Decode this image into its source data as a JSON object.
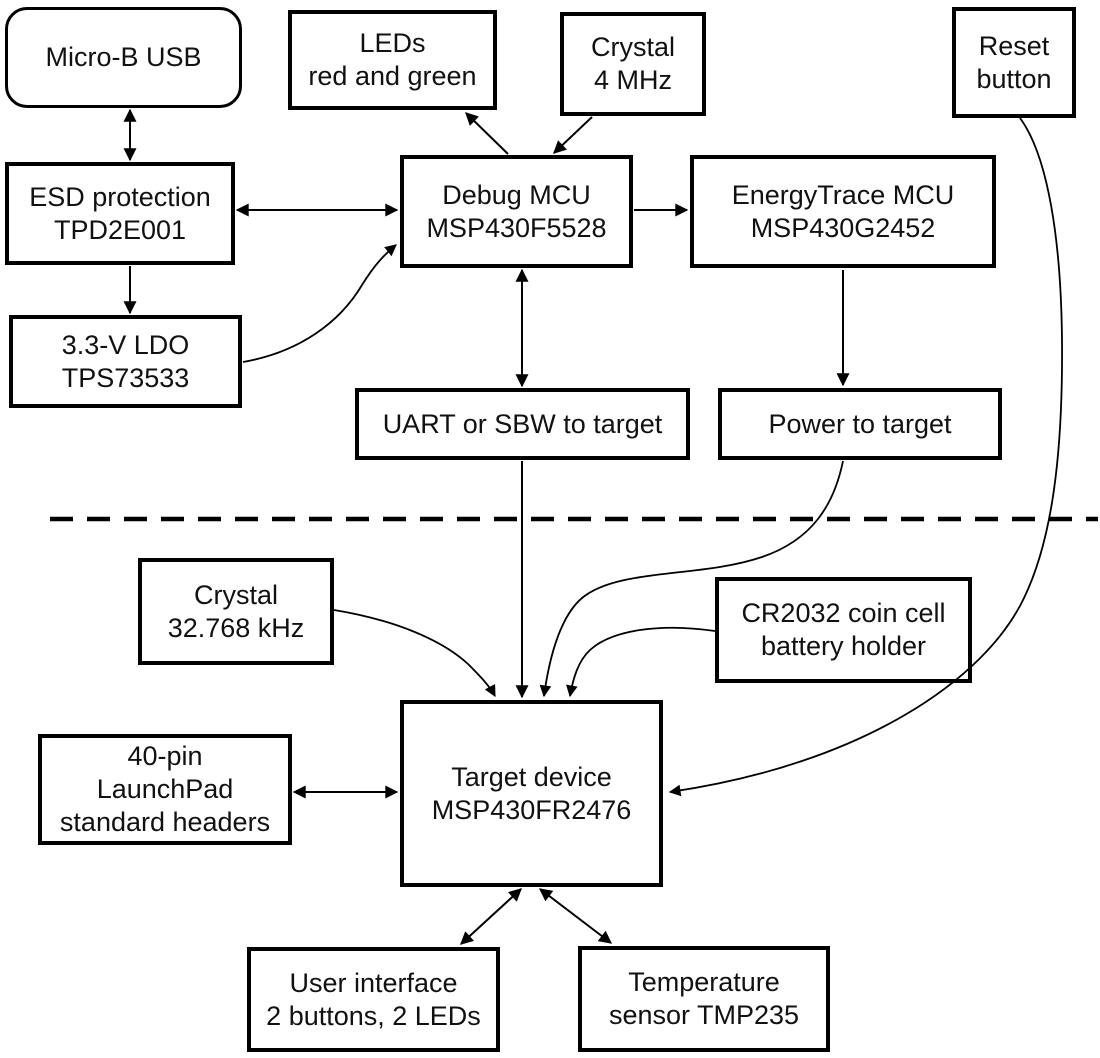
{
  "diagram": {
    "background_color": "#ffffff",
    "line_color": "#000000",
    "text_color": "#111111",
    "nodes": {
      "micro_b_usb": {
        "label": "Micro-B USB"
      },
      "leds": {
        "label": "LEDs\nred and green"
      },
      "crystal_4mhz": {
        "label": "Crystal\n4 MHz"
      },
      "reset_button": {
        "label": "Reset\nbutton"
      },
      "esd_protection": {
        "label": "ESD protection\nTPD2E001"
      },
      "debug_mcu": {
        "label": "Debug MCU\nMSP430F5528"
      },
      "energytrace_mcu": {
        "label": "EnergyTrace MCU\nMSP430G2452"
      },
      "ldo": {
        "label": "3.3-V LDO\nTPS73533"
      },
      "uart_sbw": {
        "label": "UART or SBW to target"
      },
      "power_to_target": {
        "label": "Power to target"
      },
      "crystal_32khz": {
        "label": "Crystal\n32.768 kHz"
      },
      "coin_cell": {
        "label": "CR2032 coin cell\nbattery holder"
      },
      "launchpad_headers": {
        "label": "40-pin\nLaunchPad\nstandard headers"
      },
      "target_device": {
        "label": "Target device\nMSP430FR2476"
      },
      "user_interface": {
        "label": "User interface\n2 buttons, 2 LEDs"
      },
      "temperature_sensor": {
        "label": "Temperature\nsensor TMP235"
      }
    }
  }
}
